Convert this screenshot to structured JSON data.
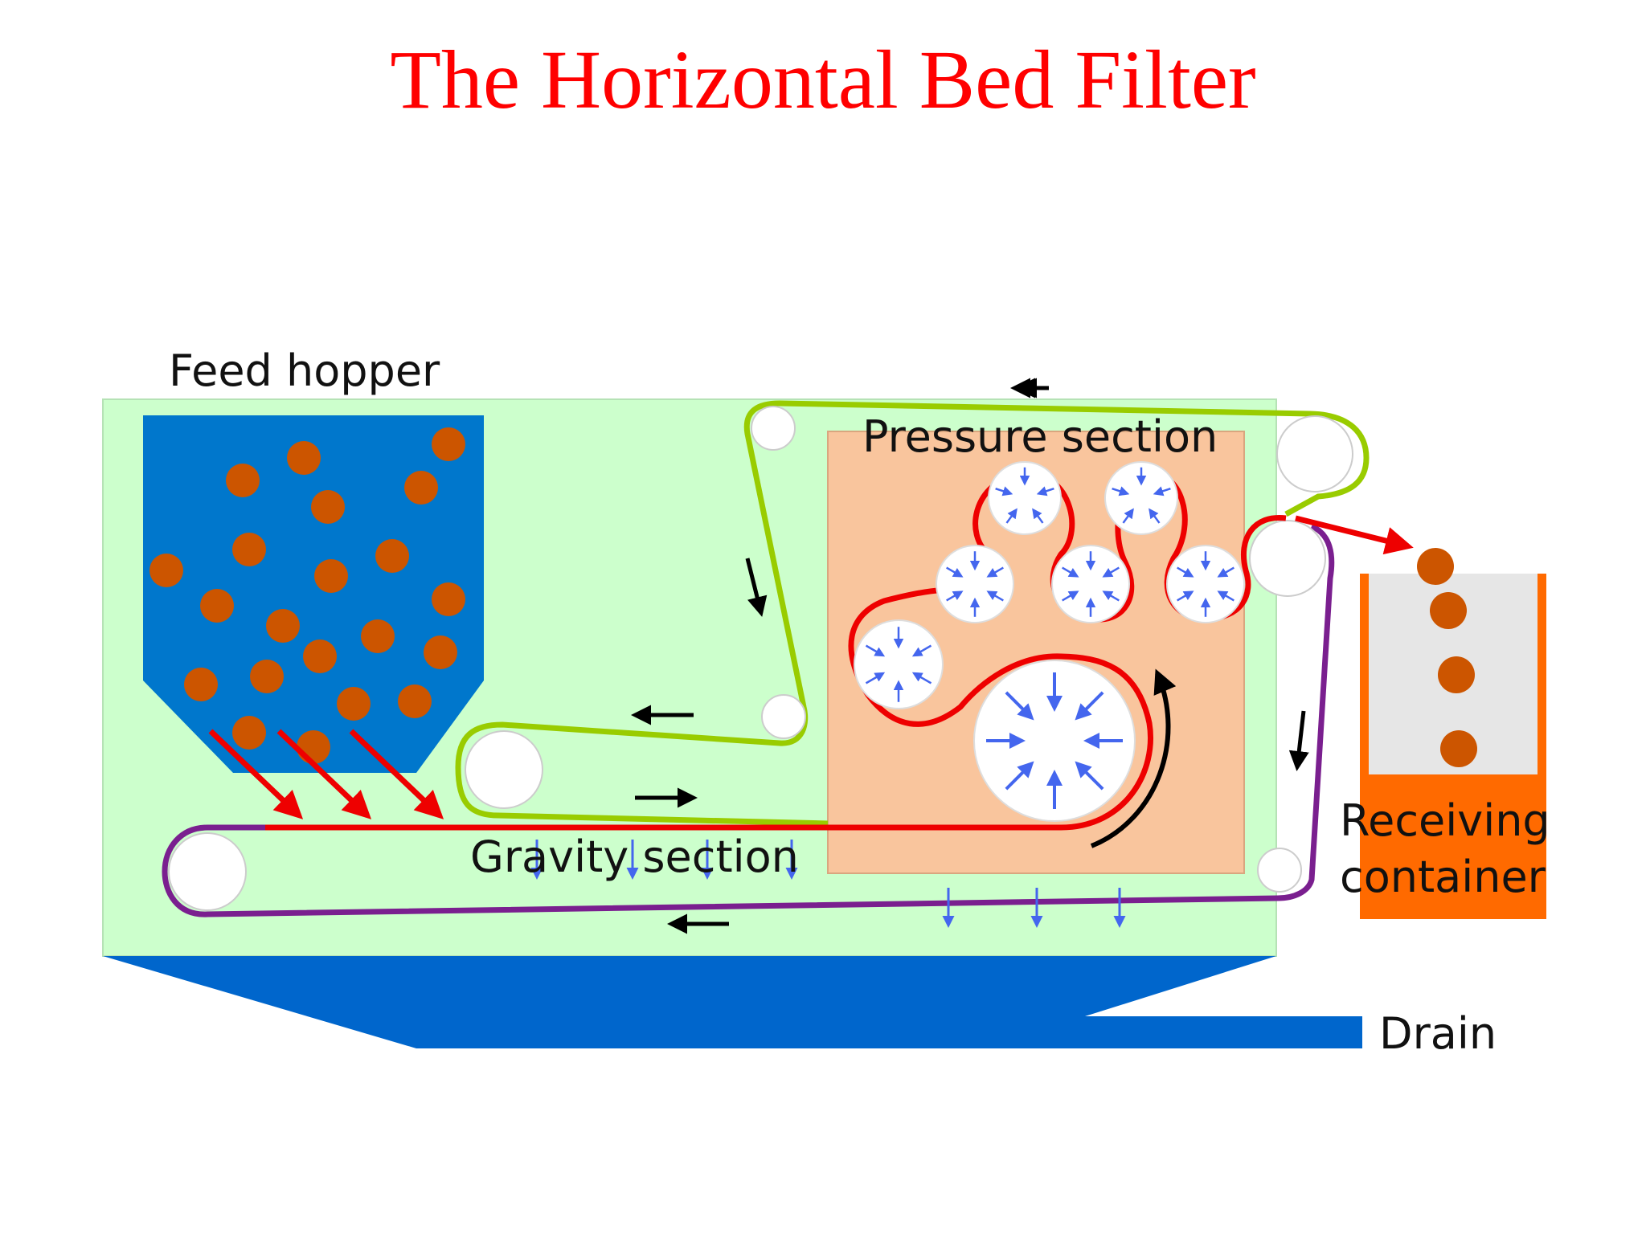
{
  "title": "The Horizontal Bed Filter",
  "labels": {
    "feed_hopper": "Feed hopper",
    "pressure_section": "Pressure section",
    "gravity_section": "Gravity section",
    "receiving_line1": "Receiving",
    "receiving_line2": "container",
    "drain": "Drain"
  },
  "colors": {
    "title": "#ff0000",
    "frame": "#ccffcc",
    "hopper": "#0077cc",
    "particle": "#cc5500",
    "pressure_zone": "#f9c59d",
    "upper_belt": "#99cc00",
    "lower_belt": "#7a1f8f",
    "product_belt": "#ee0000",
    "drain_tray": "#0066cc",
    "container": "#ff6a00",
    "container_inner": "#e6e6e6",
    "flow_arrow": "#4466ee"
  }
}
